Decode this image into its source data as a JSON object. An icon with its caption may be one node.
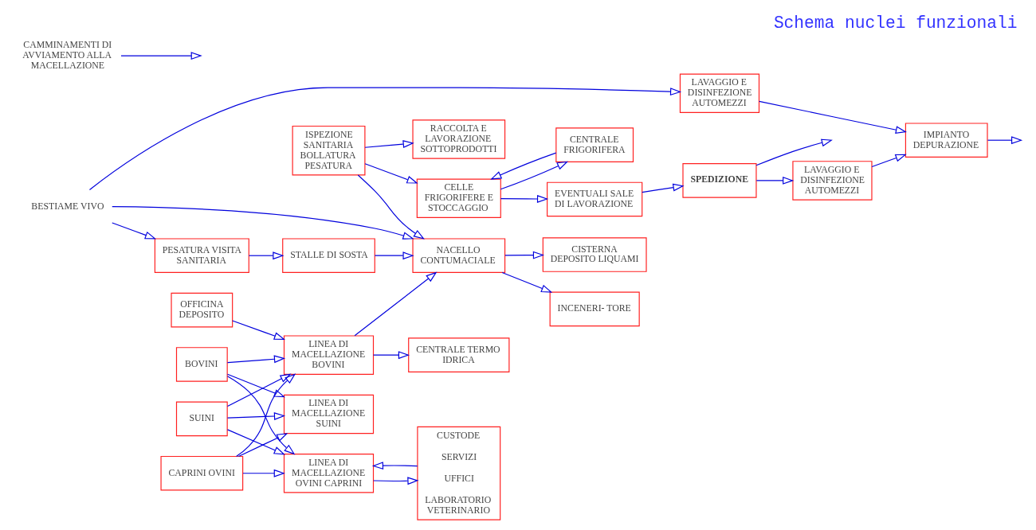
{
  "diagram": {
    "title": "Schema nuclei funzionali",
    "nodes": [
      {
        "text": [
          "IMPIANTO DEPURAZIONE"
        ]
      },
      {
        "text": [
          "LAVAGGIO E DISINFEZIONE AUTOMEZZI"
        ]
      },
      {
        "text": [
          "CISTERNA DEPOSITO LIQUAMI"
        ]
      },
      {
        "text": [
          "INCENERI- TORE"
        ]
      },
      {
        "text": [
          "NACELLO CONTUMACIALE"
        ]
      },
      {
        "text": [
          "OFFICINA DEPOSITO"
        ]
      },
      {
        "text": [
          "CENTRALE TERMO IDRICA"
        ]
      },
      {
        "text": [
          "CENTRALE FRIGORIFERA"
        ]
      },
      {
        "text": [
          "LAVAGGIO E DISINFEZIONE AUTOMEZZI"
        ]
      },
      {
        "text": [
          "BESTIAME VIVO"
        ]
      },
      {
        "text": [
          "PESATURA VISITA SANITARIA"
        ]
      },
      {
        "text": [
          "STALLE DI SOSTA"
        ]
      },
      {
        "text": [
          "BOVINI"
        ]
      },
      {
        "text": [
          "SUINI"
        ]
      },
      {
        "text": [
          "CAPRINI OVINI"
        ]
      },
      {
        "text": [
          "LINEA DI MACELLAZIONE BOVINI"
        ]
      },
      {
        "text": [
          "LINEA DI MACELLAZIONE SUINI"
        ]
      },
      {
        "text": [
          "LINEA DI MACELLAZIONE OVINI CAPRINI"
        ]
      },
      {
        "text": [
          "ISPEZIONE SANITARIA BOLLATURA PESATURA"
        ]
      },
      {
        "text": [
          "CELLE FRIGORIFERE E STOCCAGGIO"
        ]
      },
      {
        "text": [
          "EVENTUALI SALE DI LAVORAZIONE"
        ]
      },
      {
        "text": [
          "SPEDIZIONE"
        ]
      },
      {
        "text": [
          "CAMMINAMENTI DI AVVIAMENTO ALLA MACELLAZIONE"
        ]
      },
      {
        "text": [
          "CUSTODE",
          "SERVIZI",
          "UFFICI",
          "LABORATORIO VETERINARIO"
        ]
      },
      {
        "text": [
          "RACCOLTA E LAVORAZIONE SOTTOPRODOTTI"
        ]
      }
    ],
    "edges": [
      {
        "from": 0,
        "to": null,
        "arrow": "to"
      },
      {
        "from": 1,
        "to": 0,
        "arrow": "to"
      },
      {
        "from": 8,
        "to": 0,
        "arrow": "to"
      },
      {
        "from": 4,
        "to": 2,
        "arrow": "to"
      },
      {
        "from": 4,
        "to": 3,
        "arrow": "to"
      },
      {
        "from": 9,
        "to": 1,
        "arrow": "to"
      },
      {
        "from": 9,
        "to": 4,
        "arrow": "to"
      },
      {
        "from": 9,
        "to": 10,
        "arrow": "to"
      },
      {
        "from": 11,
        "to": 4,
        "arrow": "to"
      },
      {
        "from": 10,
        "to": 11,
        "arrow": "to"
      },
      {
        "from": 12,
        "to": 15,
        "arrow": "to"
      },
      {
        "from": 12,
        "to": 16,
        "arrow": "to"
      },
      {
        "from": 12,
        "to": 17,
        "arrow": "to"
      },
      {
        "from": 13,
        "to": 15,
        "arrow": "to"
      },
      {
        "from": 13,
        "to": 16,
        "arrow": "to"
      },
      {
        "from": 13,
        "to": 17,
        "arrow": "to"
      },
      {
        "from": 14,
        "to": 15,
        "arrow": "to"
      },
      {
        "from": 14,
        "to": 16,
        "arrow": "to"
      },
      {
        "from": 14,
        "to": 17,
        "arrow": "to"
      },
      {
        "from": 22,
        "to": null,
        "arrow": "to"
      },
      {
        "from": 15,
        "to": 4,
        "arrow": "to"
      },
      {
        "from": 18,
        "to": 4,
        "arrow": "to"
      },
      {
        "from": 5,
        "to": 15,
        "arrow": "to"
      },
      {
        "from": 15,
        "to": 6,
        "arrow": "to"
      },
      {
        "from": 19,
        "to": 7,
        "arrow": "to"
      },
      {
        "from": 7,
        "to": 19,
        "arrow": "to"
      },
      {
        "from": 18,
        "to": 19,
        "arrow": "to"
      },
      {
        "from": 19,
        "to": 20,
        "arrow": "to"
      },
      {
        "from": 20,
        "to": 21,
        "arrow": "to"
      },
      {
        "from": 21,
        "to": null,
        "arrow": "to"
      },
      {
        "from": 21,
        "to": 8,
        "arrow": "to"
      },
      {
        "from": 17,
        "to": 23,
        "arrow": "to"
      },
      {
        "from": 23,
        "to": 17,
        "arrow": "to"
      },
      {
        "from": 18,
        "to": 24,
        "arrow": "to"
      }
    ]
  }
}
